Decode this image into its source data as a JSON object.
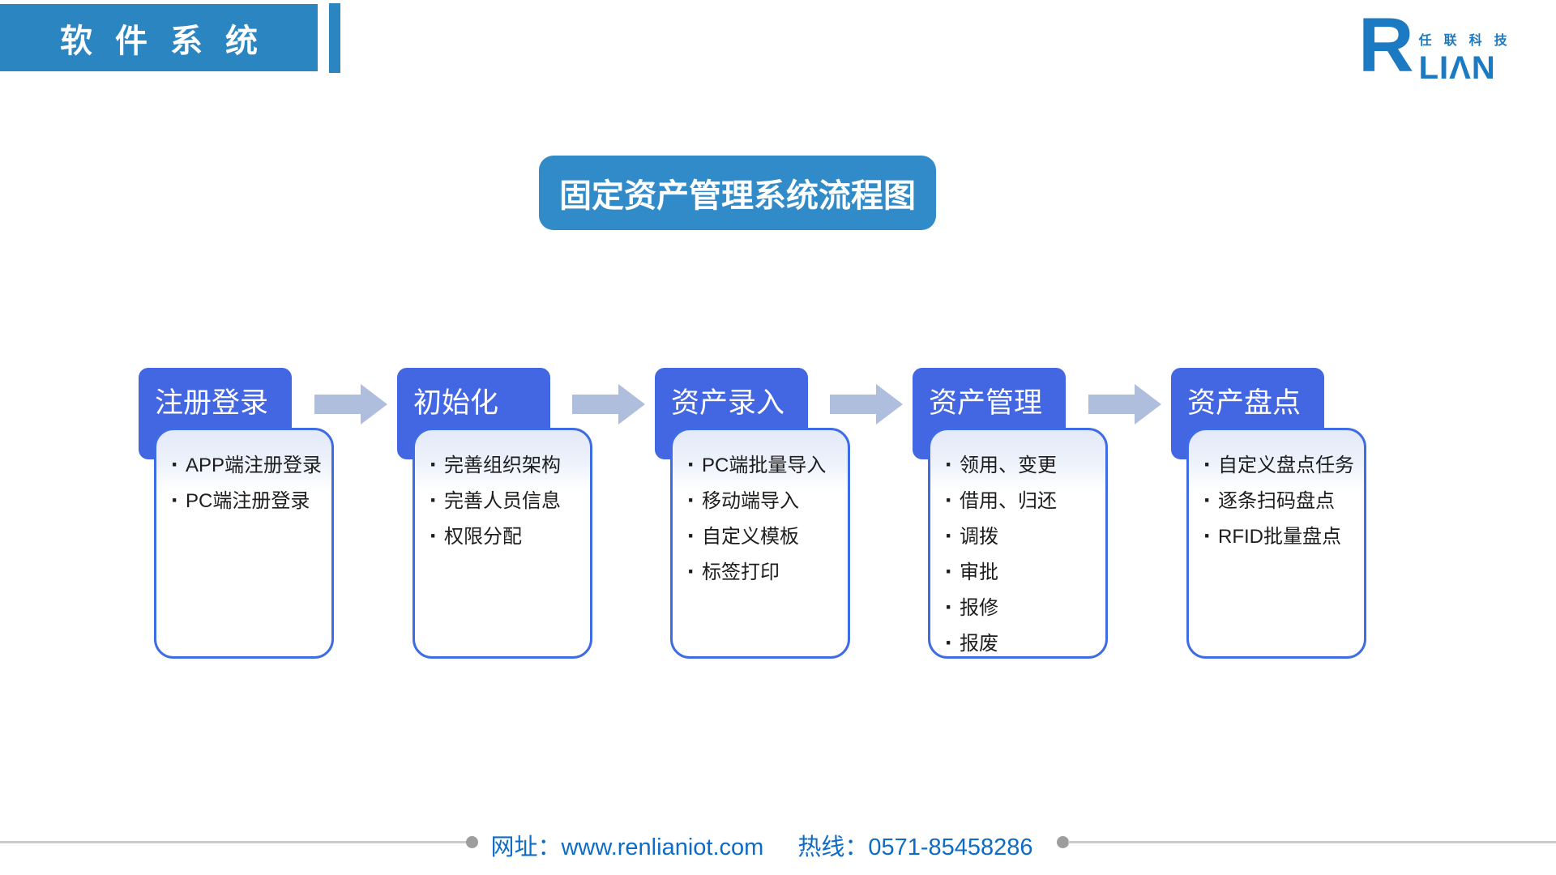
{
  "banner": {
    "title": "软件系统"
  },
  "logo": {
    "r": "R",
    "cn_name": "任联科技",
    "latin_name": "LIΛN"
  },
  "title_badge": {
    "label": "固定资产管理系统流程图"
  },
  "flow": {
    "steps": [
      {
        "title": "注册登录",
        "items": [
          "APP端注册登录",
          "PC端注册登录"
        ]
      },
      {
        "title": "初始化",
        "items": [
          "完善组织架构",
          "完善人员信息",
          "权限分配"
        ]
      },
      {
        "title": "资产录入",
        "items": [
          "PC端批量导入",
          "移动端导入",
          "自定义模板",
          "标签打印"
        ]
      },
      {
        "title": "资产管理",
        "items": [
          "领用、变更",
          "借用、归还",
          "调拨",
          "审批",
          "报修",
          "报废"
        ]
      },
      {
        "title": "资产盘点",
        "items": [
          "自定义盘点任务",
          "逐条扫码盘点",
          "RFID批量盘点"
        ]
      }
    ]
  },
  "footer": {
    "website": "网址：www.renlianiot.com",
    "hotline": "热线：0571-85458286"
  },
  "colors": {
    "banner_blue": "#2b85c1",
    "badge_blue": "#318bc9",
    "step_blue": "#4366e2",
    "card_border_blue": "#3e6ce5",
    "arrow_gray_blue": "#b0bedd",
    "logo_blue": "#1b7ac2",
    "footer_blue": "#0d6cc6"
  }
}
